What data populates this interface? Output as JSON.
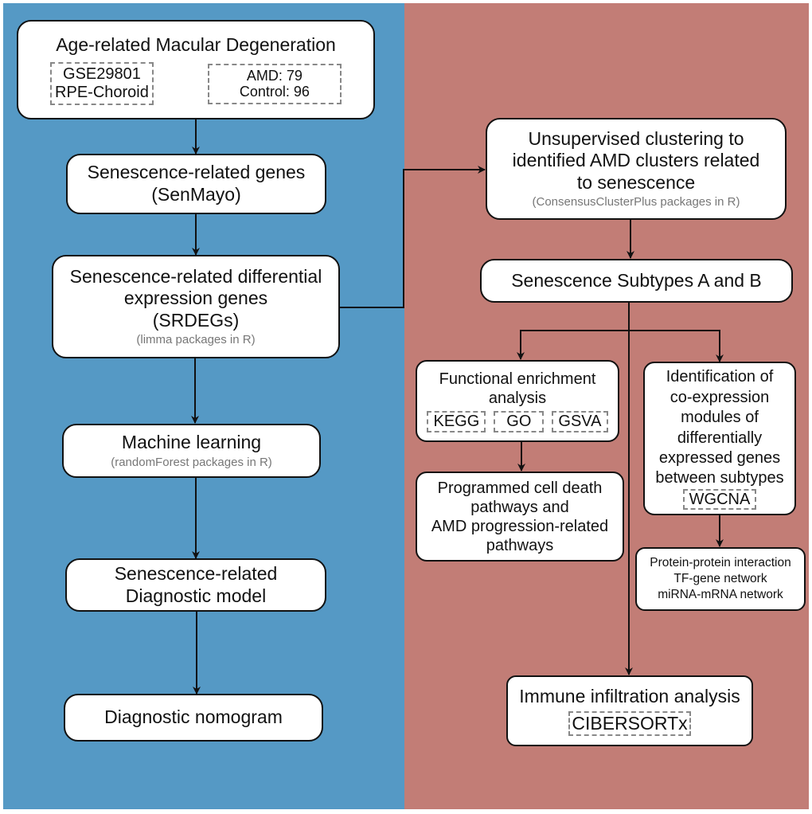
{
  "colors": {
    "left_panel": "#5599c5",
    "right_panel": "#c27d76",
    "box_fill": "#ffffff",
    "box_border": "#111111",
    "dashed_border": "#888888",
    "note_text": "#777777"
  },
  "left": {
    "dataset_box": {
      "title": "Age-related Macular Degeneration",
      "source": {
        "line1": "GSE29801",
        "line2": "RPE-Choroid"
      },
      "samples": {
        "line1": "AMD: 79",
        "line2": "Control: 96"
      }
    },
    "genes_box": {
      "line1": "Senescence-related genes",
      "line2": "(SenMayo)"
    },
    "srdegs_box": {
      "line1": "Senescence-related differential",
      "line2": "expression genes",
      "line3": "(SRDEGs)",
      "note": "(limma packages in R)"
    },
    "ml_box": {
      "title": "Machine learning",
      "note": "(randomForest packages in R)"
    },
    "model_box": {
      "line1": "Senescence-related",
      "line2": "Diagnostic model"
    },
    "nomogram_box": {
      "title": "Diagnostic nomogram"
    }
  },
  "right": {
    "clustering_box": {
      "line1": "Unsupervised clustering to",
      "line2": "identified AMD clusters related",
      "line3": "to senescence",
      "note": "(ConsensusClusterPlus packages in R)"
    },
    "subtypes_box": {
      "title": "Senescence Subtypes A and B"
    },
    "enrichment_box": {
      "line1": "Functional enrichment",
      "line2": "analysis",
      "tools": [
        "KEGG",
        "GO",
        "GSVA"
      ]
    },
    "pathways_box": {
      "line1": "Programmed cell death",
      "line2": "pathways and",
      "line3": "AMD progression-related",
      "line4": "pathways"
    },
    "wgcna_box": {
      "line1": "Identification of",
      "line2": "co-expression",
      "line3": "modules of",
      "line4": "differentially",
      "line5": "expressed genes",
      "line6": "between subtypes",
      "tool": "WGCNA"
    },
    "network_box": {
      "line1": "Protein-protein interaction",
      "line2": "TF-gene network",
      "line3": "miRNA-mRNA network"
    },
    "immune_box": {
      "title": "Immune infiltration analysis",
      "tool": "CIBERSORTx"
    }
  }
}
